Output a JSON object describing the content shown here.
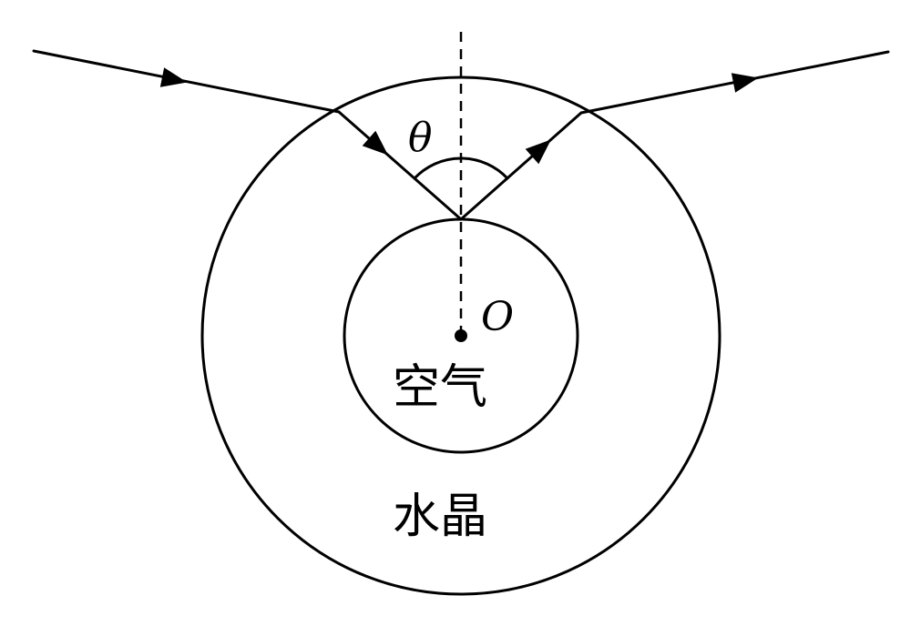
{
  "labels": {
    "angle": "θ",
    "center": "O",
    "inner_region": "空气",
    "outer_region": "水晶"
  },
  "colors": {
    "stroke": "#000000",
    "background": "#ffffff"
  }
}
